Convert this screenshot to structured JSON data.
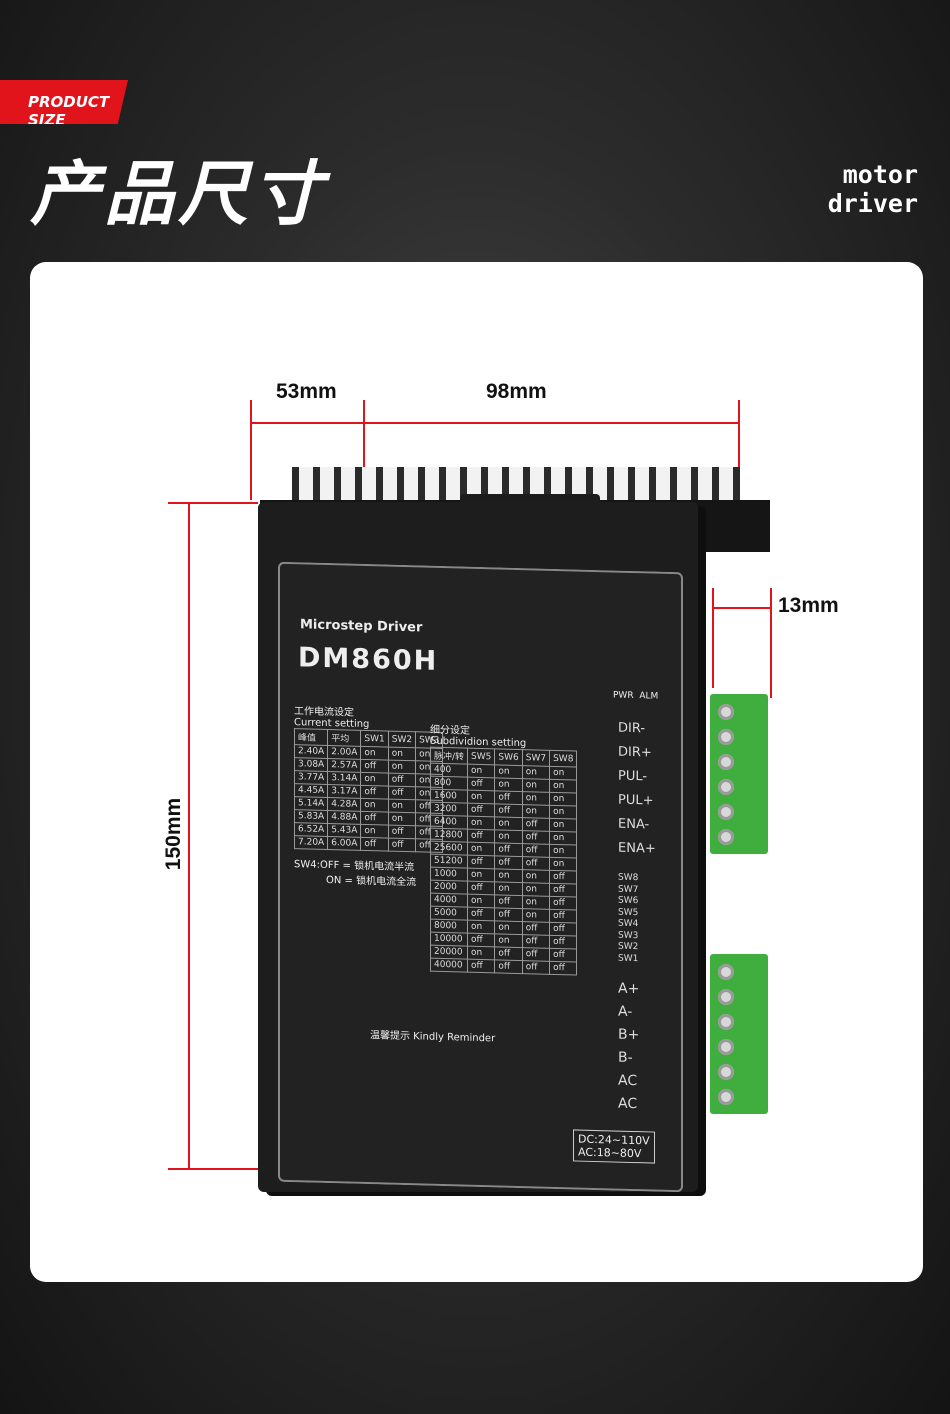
{
  "header": {
    "tag": "PRODUCT SIZE",
    "title": "产品尺寸",
    "brand_line1": "motor",
    "brand_line2": "driver"
  },
  "dimensions": {
    "top_left": "53mm",
    "top_main": "98mm",
    "side": "13mm",
    "height": "150mm"
  },
  "device": {
    "subtitle": "Microstep Driver",
    "model": "DM860H",
    "current_title_cn": "工作电流设定",
    "current_title_en": "Current setting",
    "current_headers": [
      "峰值",
      "平均",
      "SW1",
      "SW2",
      "SW3"
    ],
    "current_rows": [
      [
        "2.40A",
        "2.00A",
        "on",
        "on",
        "on"
      ],
      [
        "3.08A",
        "2.57A",
        "off",
        "on",
        "on"
      ],
      [
        "3.77A",
        "3.14A",
        "on",
        "off",
        "on"
      ],
      [
        "4.45A",
        "3.17A",
        "off",
        "off",
        "on"
      ],
      [
        "5.14A",
        "4.28A",
        "on",
        "on",
        "off"
      ],
      [
        "5.83A",
        "4.88A",
        "off",
        "on",
        "off"
      ],
      [
        "6.52A",
        "5.43A",
        "on",
        "off",
        "off"
      ],
      [
        "7.20A",
        "6.00A",
        "off",
        "off",
        "off"
      ]
    ],
    "sw4_note_line1": "SW4:OFF = 锁机电流半流",
    "sw4_note_line2": "ON = 锁机电流全流",
    "subdiv_title_cn": "细分设定",
    "subdiv_title_en": "Subdividion setting",
    "subdiv_headers": [
      "脉冲/转",
      "SW5",
      "SW6",
      "SW7",
      "SW8"
    ],
    "subdiv_rows": [
      [
        "400",
        "on",
        "on",
        "on",
        "on"
      ],
      [
        "800",
        "off",
        "on",
        "on",
        "on"
      ],
      [
        "1600",
        "on",
        "off",
        "on",
        "on"
      ],
      [
        "3200",
        "off",
        "off",
        "on",
        "on"
      ],
      [
        "6400",
        "on",
        "on",
        "off",
        "on"
      ],
      [
        "12800",
        "off",
        "on",
        "off",
        "on"
      ],
      [
        "25600",
        "on",
        "off",
        "off",
        "on"
      ],
      [
        "51200",
        "off",
        "off",
        "off",
        "on"
      ],
      [
        "1000",
        "on",
        "on",
        "on",
        "off"
      ],
      [
        "2000",
        "off",
        "on",
        "on",
        "off"
      ],
      [
        "4000",
        "on",
        "off",
        "on",
        "off"
      ],
      [
        "5000",
        "off",
        "off",
        "on",
        "off"
      ],
      [
        "8000",
        "on",
        "on",
        "off",
        "off"
      ],
      [
        "10000",
        "off",
        "on",
        "off",
        "off"
      ],
      [
        "20000",
        "on",
        "off",
        "off",
        "off"
      ],
      [
        "40000",
        "off",
        "off",
        "off",
        "off"
      ]
    ],
    "leds": [
      "PWR",
      "ALM"
    ],
    "signals": [
      "DIR-",
      "DIR+",
      "PUL-",
      "PUL+",
      "ENA-",
      "ENA+"
    ],
    "switches": [
      "SW8",
      "SW7",
      "SW6",
      "SW5",
      "SW4",
      "SW3",
      "SW2",
      "SW1"
    ],
    "motor_terms": [
      "A+",
      "A-",
      "B+",
      "B-"
    ],
    "power_terms": [
      "AC",
      "AC"
    ],
    "power_spec_line1": "DC:24~110V",
    "power_spec_line2": "AC:18~80V",
    "reminder_title": "温馨提示 Kindly Reminder"
  }
}
